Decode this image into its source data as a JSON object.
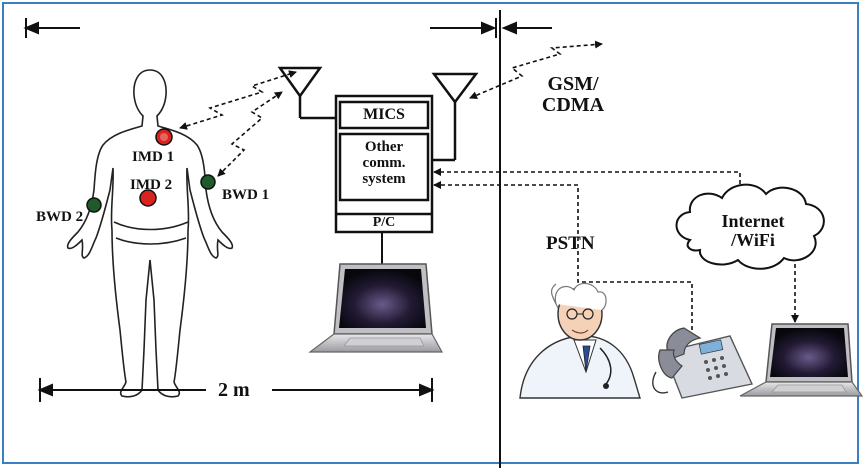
{
  "labels": {
    "imd1": "IMD 1",
    "imd2": "IMD 2",
    "bwd1": "BWD 1",
    "bwd2": "BWD 2",
    "mics": "MICS",
    "other_comm": "Other comm. system",
    "pc": "P/C",
    "gsm": "GSM/ CDMA",
    "pstn": "PSTN",
    "internet": "Internet /WiFi",
    "distance": "2 m"
  },
  "colors": {
    "frame": "#3a7fc0",
    "imd": "#d8231f",
    "bwd": "#1f5a2a",
    "line": "#111111"
  },
  "icons": [
    "antenna-icon",
    "laptop-icon",
    "telephone-icon",
    "doctor-icon",
    "cloud-icon",
    "human-body-icon"
  ]
}
